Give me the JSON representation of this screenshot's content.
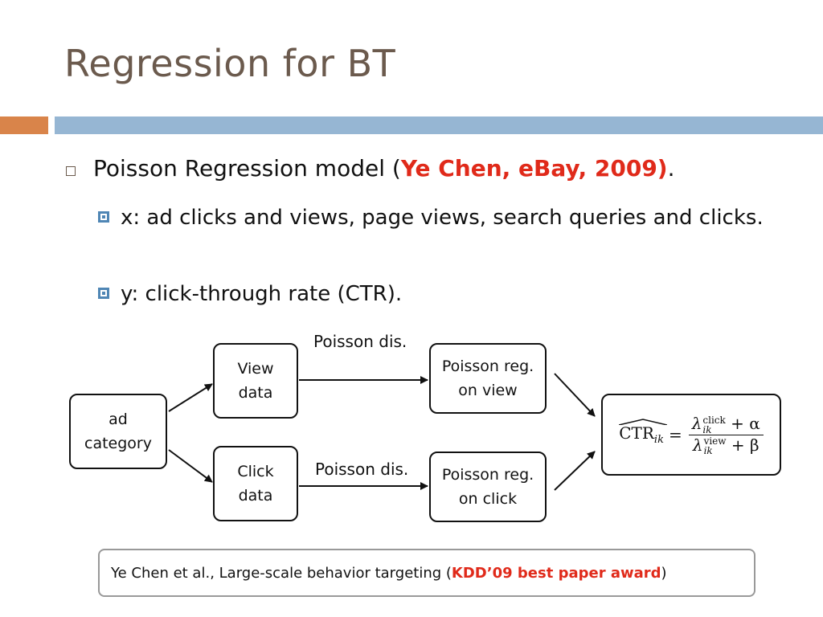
{
  "slide": {
    "title": "Regression for BT",
    "colors": {
      "accent_orange": "#d9844a",
      "accent_blue": "#96b6d3",
      "highlight_red": "#e02a1a",
      "title_color": "#6b5a4d"
    }
  },
  "bullets": {
    "main_prefix": "Poisson Regression model (",
    "main_highlight": "Ye Chen, eBay, 2009)",
    "main_suffix": ".",
    "sub1": "x: ad clicks and views, page views, search queries and clicks.",
    "sub2": "y: click-through rate (CTR)."
  },
  "diagram": {
    "node_ad": [
      "ad",
      "category"
    ],
    "node_view": [
      "View",
      "data"
    ],
    "node_click": [
      "Click",
      "data"
    ],
    "node_reg_view": [
      "Poisson reg.",
      "on view"
    ],
    "node_reg_click": [
      "Poisson reg.",
      "on click"
    ],
    "edge_top": "Poisson dis.",
    "edge_bottom": "Poisson dis.",
    "formula": {
      "ctr": "CTR",
      "ctr_sub": "ik",
      "equals": "=",
      "lambda": "λ",
      "num_sup": "click",
      "num_sub": "ik",
      "num_plus": "+ α",
      "den_sup": "view",
      "den_sub": "ik",
      "den_plus": "+ β"
    }
  },
  "reference": {
    "prefix": "Ye Chen et al., Large-scale behavior targeting (",
    "highlight": "KDD’09 best paper award",
    "suffix": ")"
  }
}
